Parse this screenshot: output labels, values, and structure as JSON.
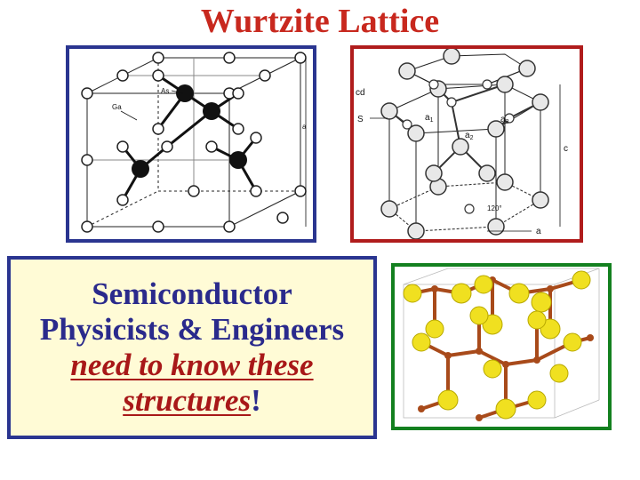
{
  "slide": {
    "title": "Wurtzite Lattice",
    "callout": {
      "line1": "Semiconductor",
      "line2": "Physicists & Engineers",
      "line3": "need to know these",
      "line4": "structures",
      "line4_suffix": "!"
    }
  },
  "zincblende_figure": {
    "label_cation": "As",
    "label_anion": "Ga",
    "label_dimension": "a"
  },
  "wurtzite_figure": {
    "label_top": "cd",
    "label_s": "S",
    "label_a1": "a",
    "label_a1_sub": "1",
    "label_a2": "a",
    "label_a2_sub": "2",
    "label_a3": "a",
    "label_a3_sub": "3",
    "label_c": "c",
    "label_angle": "120°",
    "label_a": "a"
  },
  "colors": {
    "title": "#c8281e",
    "callout_text": "#2a2a8c",
    "callout_em_text": "#a81818",
    "callout_background": "#fffbd6",
    "zincblende_border": "#2a3590",
    "wurtzite_border": "#b01c1c",
    "ball_stick_border": "#13801f",
    "atom_yellow": "#f0e020",
    "atom_brown": "#a84a1a"
  }
}
